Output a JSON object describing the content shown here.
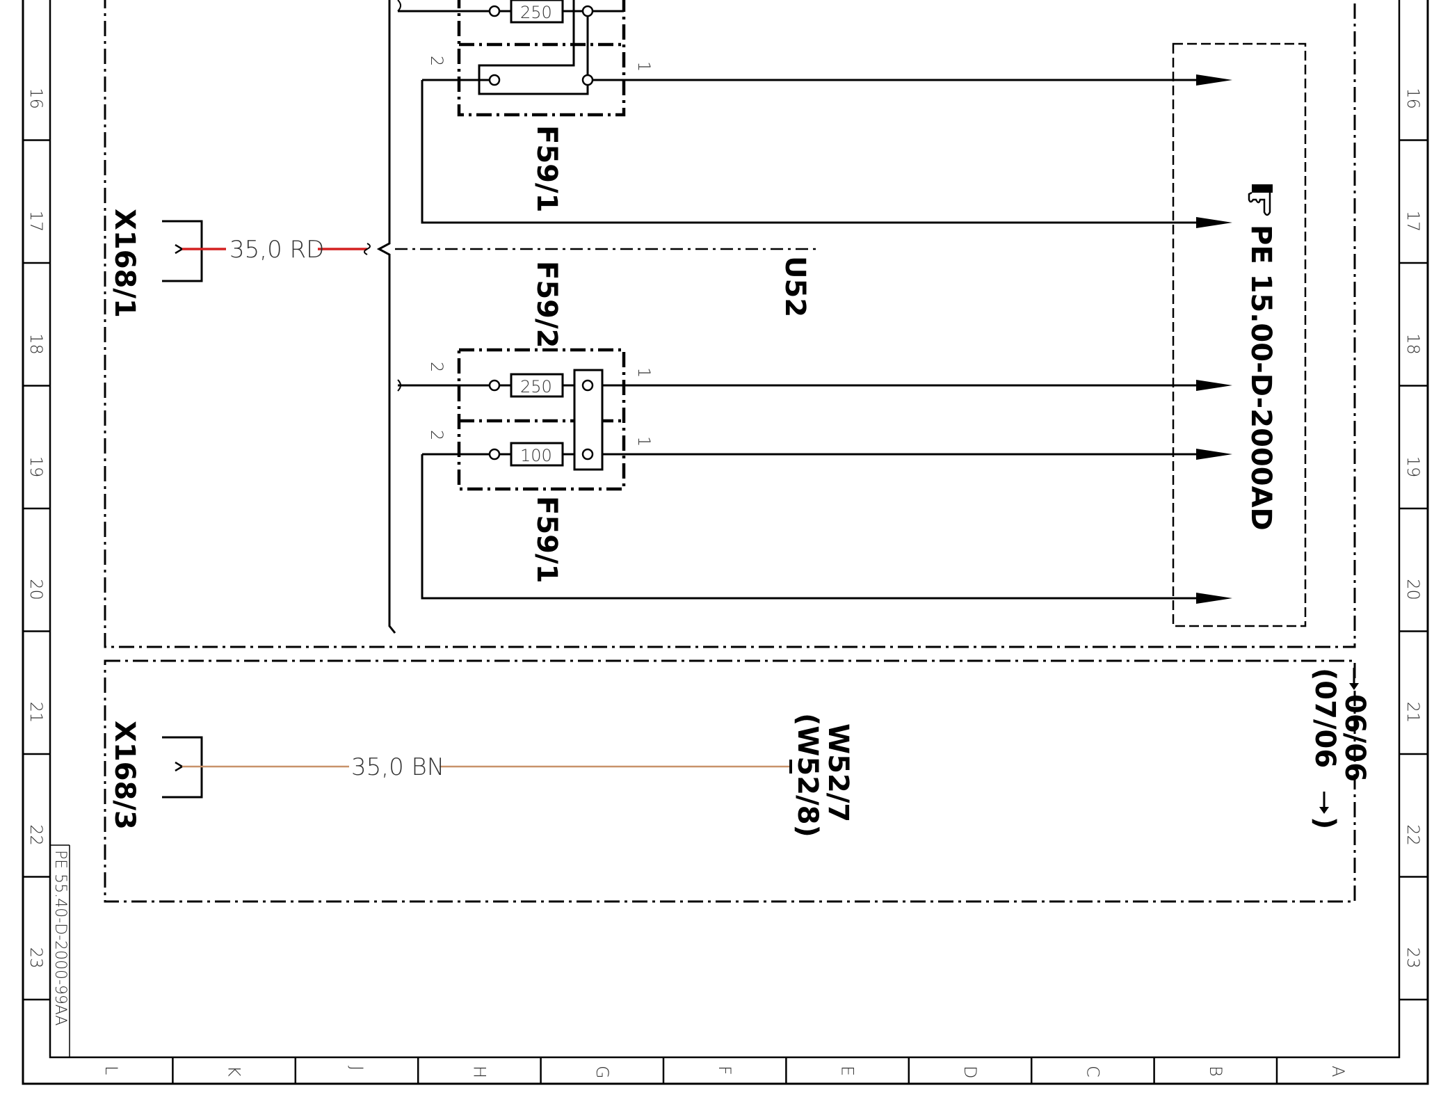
{
  "grid": {
    "rows": [
      "16",
      "17",
      "18",
      "19",
      "20",
      "21",
      "22",
      "23"
    ],
    "columns": [
      "L",
      "K",
      "J",
      "H",
      "G",
      "F",
      "E",
      "D",
      "C",
      "B",
      "A"
    ]
  },
  "connectors": {
    "top": "X168/1",
    "bottom": "X168/3"
  },
  "wires": {
    "top": {
      "label": "35,0 RD",
      "color": "#d42020"
    },
    "bottom": {
      "label": "35,0 BN",
      "color": "#c8926a"
    }
  },
  "fuse_blocks": {
    "upper_label": "F59/1",
    "middle_label": "F59/2",
    "lower_label": "F59/1",
    "rating_top": "250",
    "rating_mid": "250",
    "rating_low": "100",
    "pin_in": "2",
    "pin_out": "1"
  },
  "module": {
    "label": "U52"
  },
  "reference": {
    "hand_icon": "pointing-hand-icon",
    "text": "PE 15.00-D-2000AD"
  },
  "wire_ref": {
    "line1": "W52/7",
    "line2": "(W52/8)"
  },
  "validity": {
    "line1": "06/06",
    "line2": "(07/06"
  },
  "document_id": "PE 55.40-D-2000-99AA"
}
